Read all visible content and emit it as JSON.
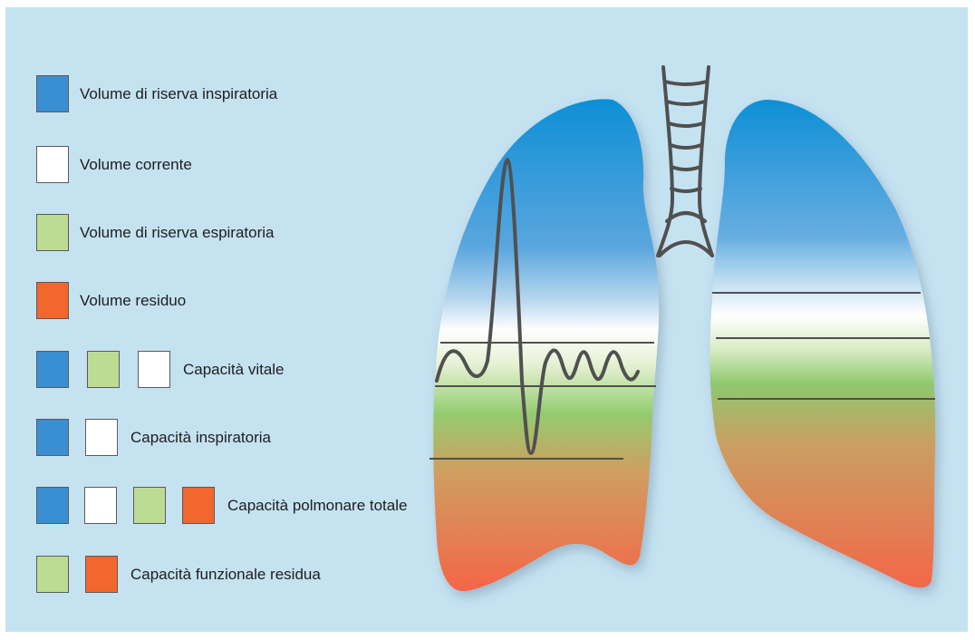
{
  "colors": {
    "panel_background": "#c5e2f1",
    "inspiratory_reserve": "#3a8fd3",
    "tidal": "#ffffff",
    "expiratory_reserve": "#bcdc94",
    "residual": "#f1672e",
    "outline": "#5a5a5a",
    "curve": "#505050"
  },
  "legend": [
    {
      "label": "Volume di riserva inspiratoria",
      "swatches": [
        "inspiratory_reserve"
      ]
    },
    {
      "label": "Volume corrente",
      "swatches": [
        "tidal"
      ]
    },
    {
      "label": "Volume di riserva espiratoria",
      "swatches": [
        "expiratory_reserve"
      ]
    },
    {
      "label": "Volume residuo",
      "swatches": [
        "residual"
      ]
    },
    {
      "label": "Capacità vitale",
      "swatches": [
        "inspiratory_reserve",
        "expiratory_reserve",
        "tidal"
      ]
    },
    {
      "label": "Capacità inspiratoria",
      "swatches": [
        "inspiratory_reserve",
        "tidal"
      ]
    },
    {
      "label": "Capacità polmonare totale",
      "swatches": [
        "inspiratory_reserve",
        "tidal",
        "expiratory_reserve",
        "residual"
      ]
    },
    {
      "label": "Capacità funzionale residua",
      "swatches": [
        "expiratory_reserve",
        "residual"
      ]
    }
  ]
}
